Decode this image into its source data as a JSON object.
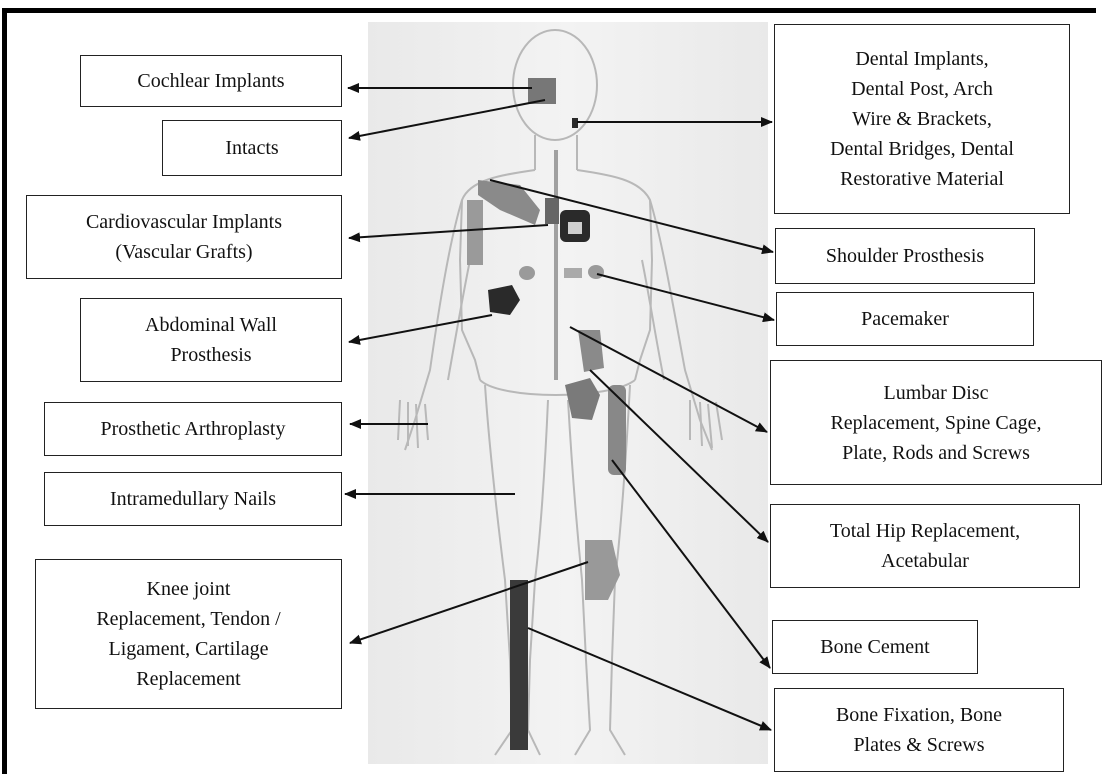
{
  "labels": {
    "cochlear": "Cochlear Implants",
    "intacts": "Intacts",
    "cardiovascular": "Cardiovascular Implants\n(Vascular Grafts)",
    "abdominal": "Abdominal Wall\nProsthesis",
    "arthroplasty": "Prosthetic Arthroplasty",
    "intramedullary": "Intramedullary Nails",
    "knee": "Knee joint\nReplacement, Tendon /\nLigament, Cartilage\nReplacement",
    "dental": "Dental Implants,\nDental Post, Arch\nWire & Brackets,\nDental Bridges, Dental\nRestorative Material",
    "shoulder": "Shoulder Prosthesis",
    "pacemaker": "Pacemaker",
    "lumbar": "Lumbar Disc\nReplacement, Spine Cage,\nPlate, Rods and Screws",
    "hip": "Total Hip Replacement,\nAcetabular",
    "bone_cement": "Bone Cement",
    "bone_fixation": "Bone Fixation, Bone\nPlates & Screws"
  },
  "colors": {
    "body_outline": "#b8b8b8",
    "implant_dark": "#2a2a2a",
    "implant_mid": "#777777",
    "arrow": "#111111"
  }
}
